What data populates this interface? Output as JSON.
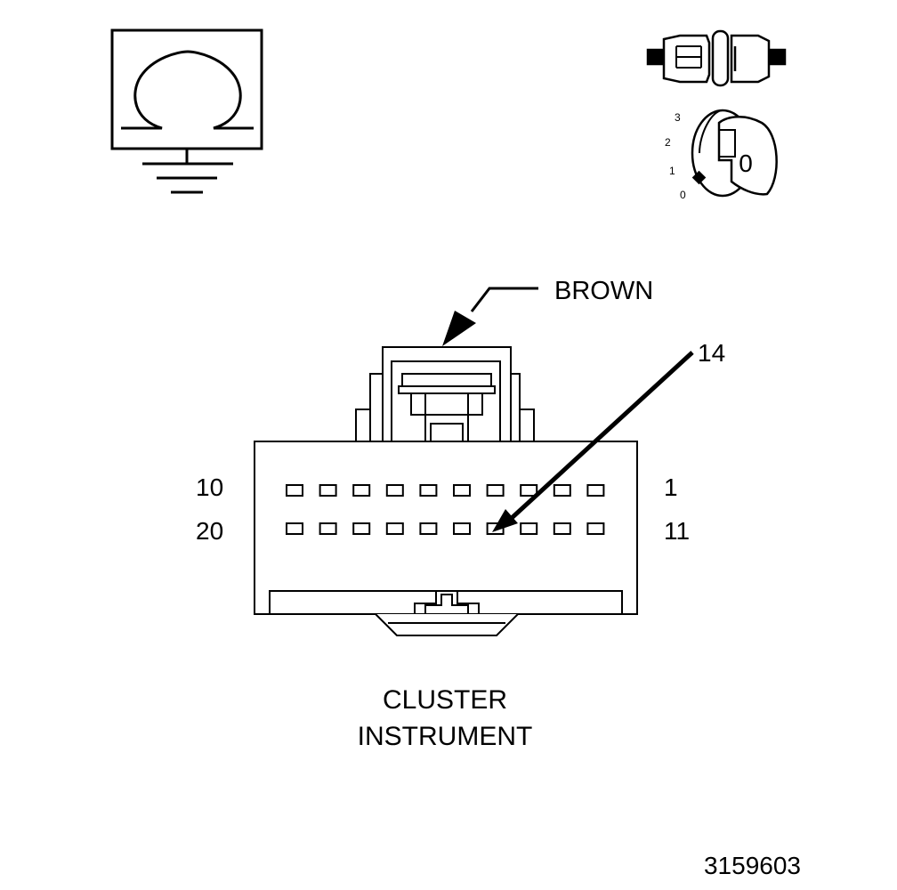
{
  "connector": {
    "color_label": "BROWN",
    "pin_callout": "14",
    "row_top_left": "10",
    "row_top_right": "1",
    "row_bottom_left": "20",
    "row_bottom_right": "11",
    "pins_per_row": 10,
    "highlighted_pin": 14
  },
  "component": {
    "line1": "CLUSTER",
    "line2": "INSTRUMENT"
  },
  "ignition_switch": {
    "positions": [
      "0",
      "1",
      "2",
      "3"
    ],
    "key_position": "0"
  },
  "figure_number": "3159603",
  "icons": [
    "ohmmeter-icon",
    "ground-icon",
    "disconnect-connector-icon",
    "ignition-key-icon"
  ],
  "colors": {
    "ink": "#000000",
    "paper": "#ffffff"
  }
}
